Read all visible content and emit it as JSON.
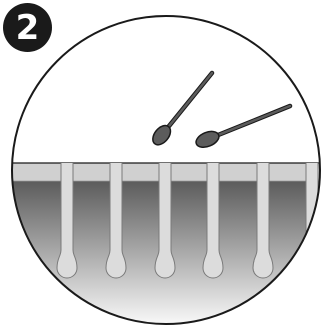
{
  "badge": {
    "number": "2",
    "color": "#1a1a1a"
  },
  "illustration": {
    "components": [
      "surface-layer",
      "hair-shaft",
      "cotton-swab"
    ],
    "follicle_count": 6,
    "swab_count": 2,
    "colors": {
      "outline": "#1a1a1a",
      "background": "#ffffff",
      "surface_band": "#d0d0d0",
      "gradient_dark": "#5a5a5a",
      "gradient_light": "#ffffff",
      "follicle_fill": "#dcdcdc",
      "swab": "#5c5c5c"
    }
  }
}
